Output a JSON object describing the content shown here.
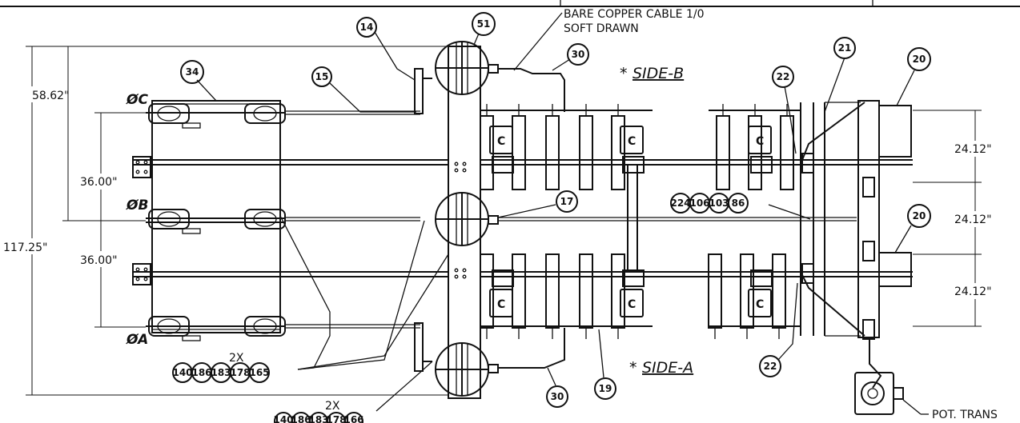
{
  "notes": {
    "cable_line1": "BARE COPPER CABLE 1/0",
    "cable_line2": "SOFT DRAWN",
    "side_b": "SIDE-B",
    "side_a": "SIDE-A",
    "side_marker": "*",
    "pot_trans": "POT. TRANS",
    "qty_2x": "2X"
  },
  "phases": {
    "c": "ØC",
    "b": "ØB",
    "a": "ØA"
  },
  "dimensions": {
    "d_58_62": "58.62\"",
    "d_36_top": "36.00\"",
    "d_36_bot": "36.00\"",
    "d_117_25": "117.25\"",
    "d_24_12_top": "24.12\"",
    "d_24_12_mid": "24.12\"",
    "d_24_12_bot": "24.12\""
  },
  "balloons": {
    "b14": "14",
    "b51": "51",
    "b30a": "30",
    "b15": "15",
    "b34": "34",
    "b22a": "22",
    "b21": "21",
    "b20a": "20",
    "b17": "17",
    "b20b": "20",
    "b22b": "22",
    "b19": "19",
    "b30b": "30",
    "row1": [
      "224",
      "106",
      "103",
      "86"
    ],
    "row2": [
      "140",
      "186",
      "183",
      "178",
      "165"
    ],
    "row3": [
      "140",
      "186",
      "183",
      "178",
      "166"
    ]
  },
  "switch_label": "C"
}
